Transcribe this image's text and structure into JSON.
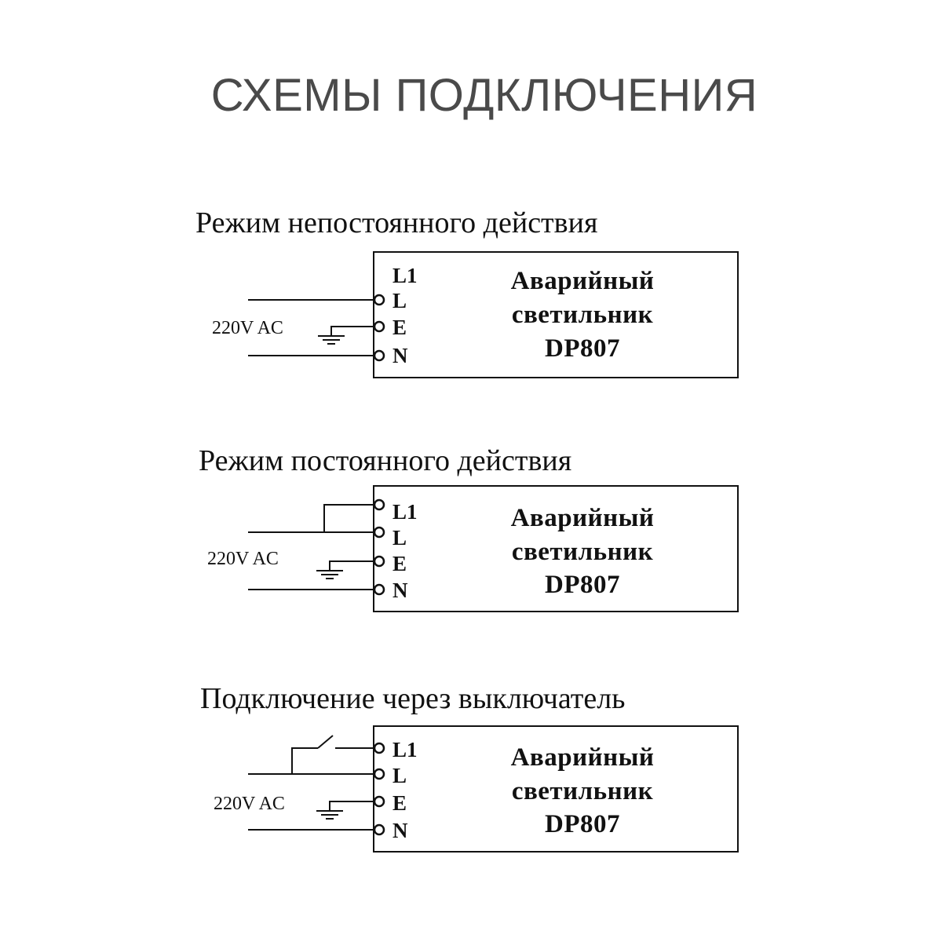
{
  "page_title": "СХЕМЫ ПОДКЛЮЧЕНИЯ",
  "schemes": [
    {
      "title": "Режим непостоянного действия",
      "supply": "220V AC",
      "terminals": [
        "L1",
        "L",
        "E",
        "N"
      ],
      "device": [
        "Аварийный",
        "светильник",
        "DP807"
      ]
    },
    {
      "title": "Режим постоянного действия",
      "supply": "220V AC",
      "terminals": [
        "L1",
        "L",
        "E",
        "N"
      ],
      "device": [
        "Аварийный",
        "светильник",
        "DP807"
      ]
    },
    {
      "title": "Подключение через выключатель",
      "supply": "220V AC",
      "terminals": [
        "L1",
        "L",
        "E",
        "N"
      ],
      "device": [
        "Аварийный",
        "светильник",
        "DP807"
      ]
    }
  ]
}
